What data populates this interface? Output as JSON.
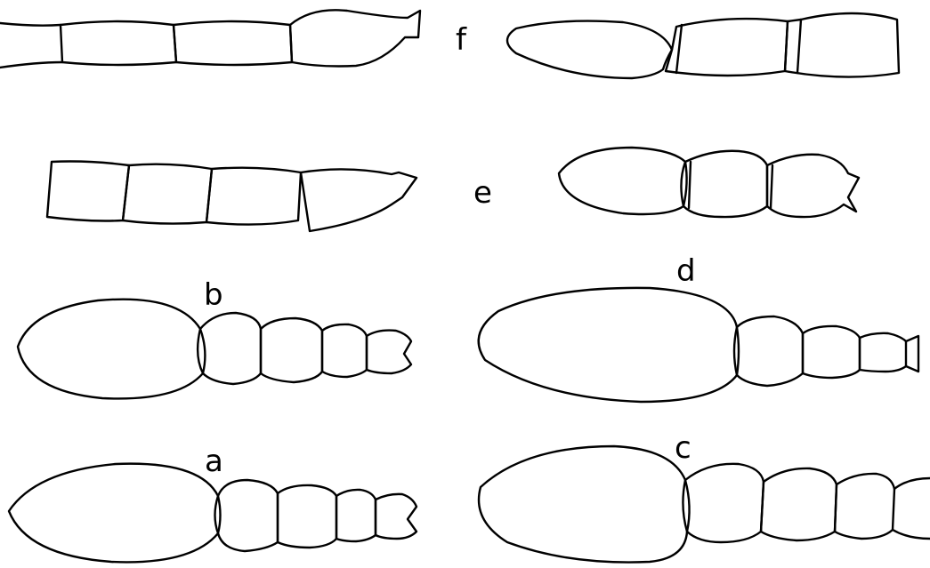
{
  "figure": {
    "background": "#ffffff",
    "stroke_color": "#000000",
    "panels": [
      {
        "id": "a",
        "label": "a"
      },
      {
        "id": "b",
        "label": "b"
      },
      {
        "id": "c",
        "label": "c"
      },
      {
        "id": "d",
        "label": "d"
      },
      {
        "id": "e",
        "label": "e"
      },
      {
        "id": "f",
        "label": "f"
      }
    ]
  }
}
